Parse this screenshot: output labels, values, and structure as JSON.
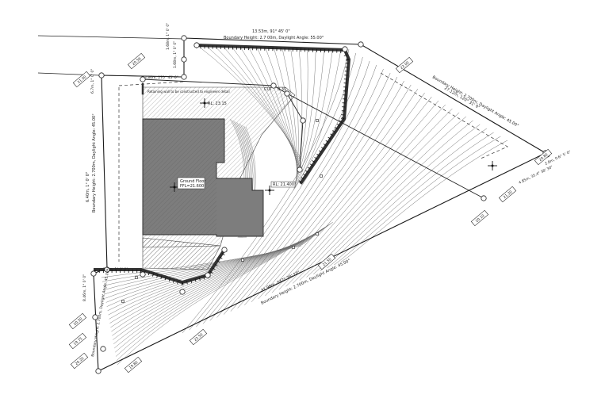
{
  "boundary_labels": {
    "top": "13.53m, 91° 45' 0\"",
    "top_height": "Boundary Height: 2.7 00m, Daylight Angle: 55.00°",
    "top_left_a": "1.68m, 1° 0' 0\"",
    "top_left_b": "1.68m, 1° 0' 0\"",
    "inner_top": "3.86m, 270° 45' 0\"",
    "ne_line": "27.12m, 120° 31' 0\"",
    "ne_height": "Boundary Height: 2.700m, Daylight Angle: 45.00°",
    "east": "4.85m, 35.4° 38' 30\"",
    "east_short": "2.6m, 0.6° 5' 0\"",
    "south": "31.98m, 242° 38' 10\"",
    "south_height": "Boundary Height: 2.700m, Daylight Angle: 45.00°",
    "west_line": "6.40m, 1° 0' 0\"",
    "west_height": "Boundary Height: 2.700m, Daylight Angle: 45.00°",
    "sw_line": "8.46m, 1° 0' 0\"",
    "sw_height": "Boundary Height: 2.700m, Daylight Angle: 45.00°",
    "left_short": "6.7m, 1° 0' 0\"",
    "small_step": "2.7m, 1° 0' 0\""
  },
  "annotations": {
    "ground_floor": "Ground Floor",
    "ground_floor_ffl": "FFL=21.600",
    "rl_top": "RL: 23.15",
    "cut": "CUT",
    "cut_value": "0.31",
    "rl_mid": "RL: 21.400",
    "retaining_note": "Retaining wall to be constructed to engineers detail"
  },
  "spot_levels": [
    "20.56",
    "21.00",
    "22.00",
    "20.10",
    "21.50",
    "20.50",
    "19.75",
    "20.20",
    "19.80",
    "22.50",
    "21.20",
    "20.80"
  ],
  "colors": {
    "line": "#1a1a1a",
    "contour": "#6e6e6e",
    "building": "#7d7d7d",
    "hatch": "#5a5a5a",
    "wall": "#333333"
  }
}
